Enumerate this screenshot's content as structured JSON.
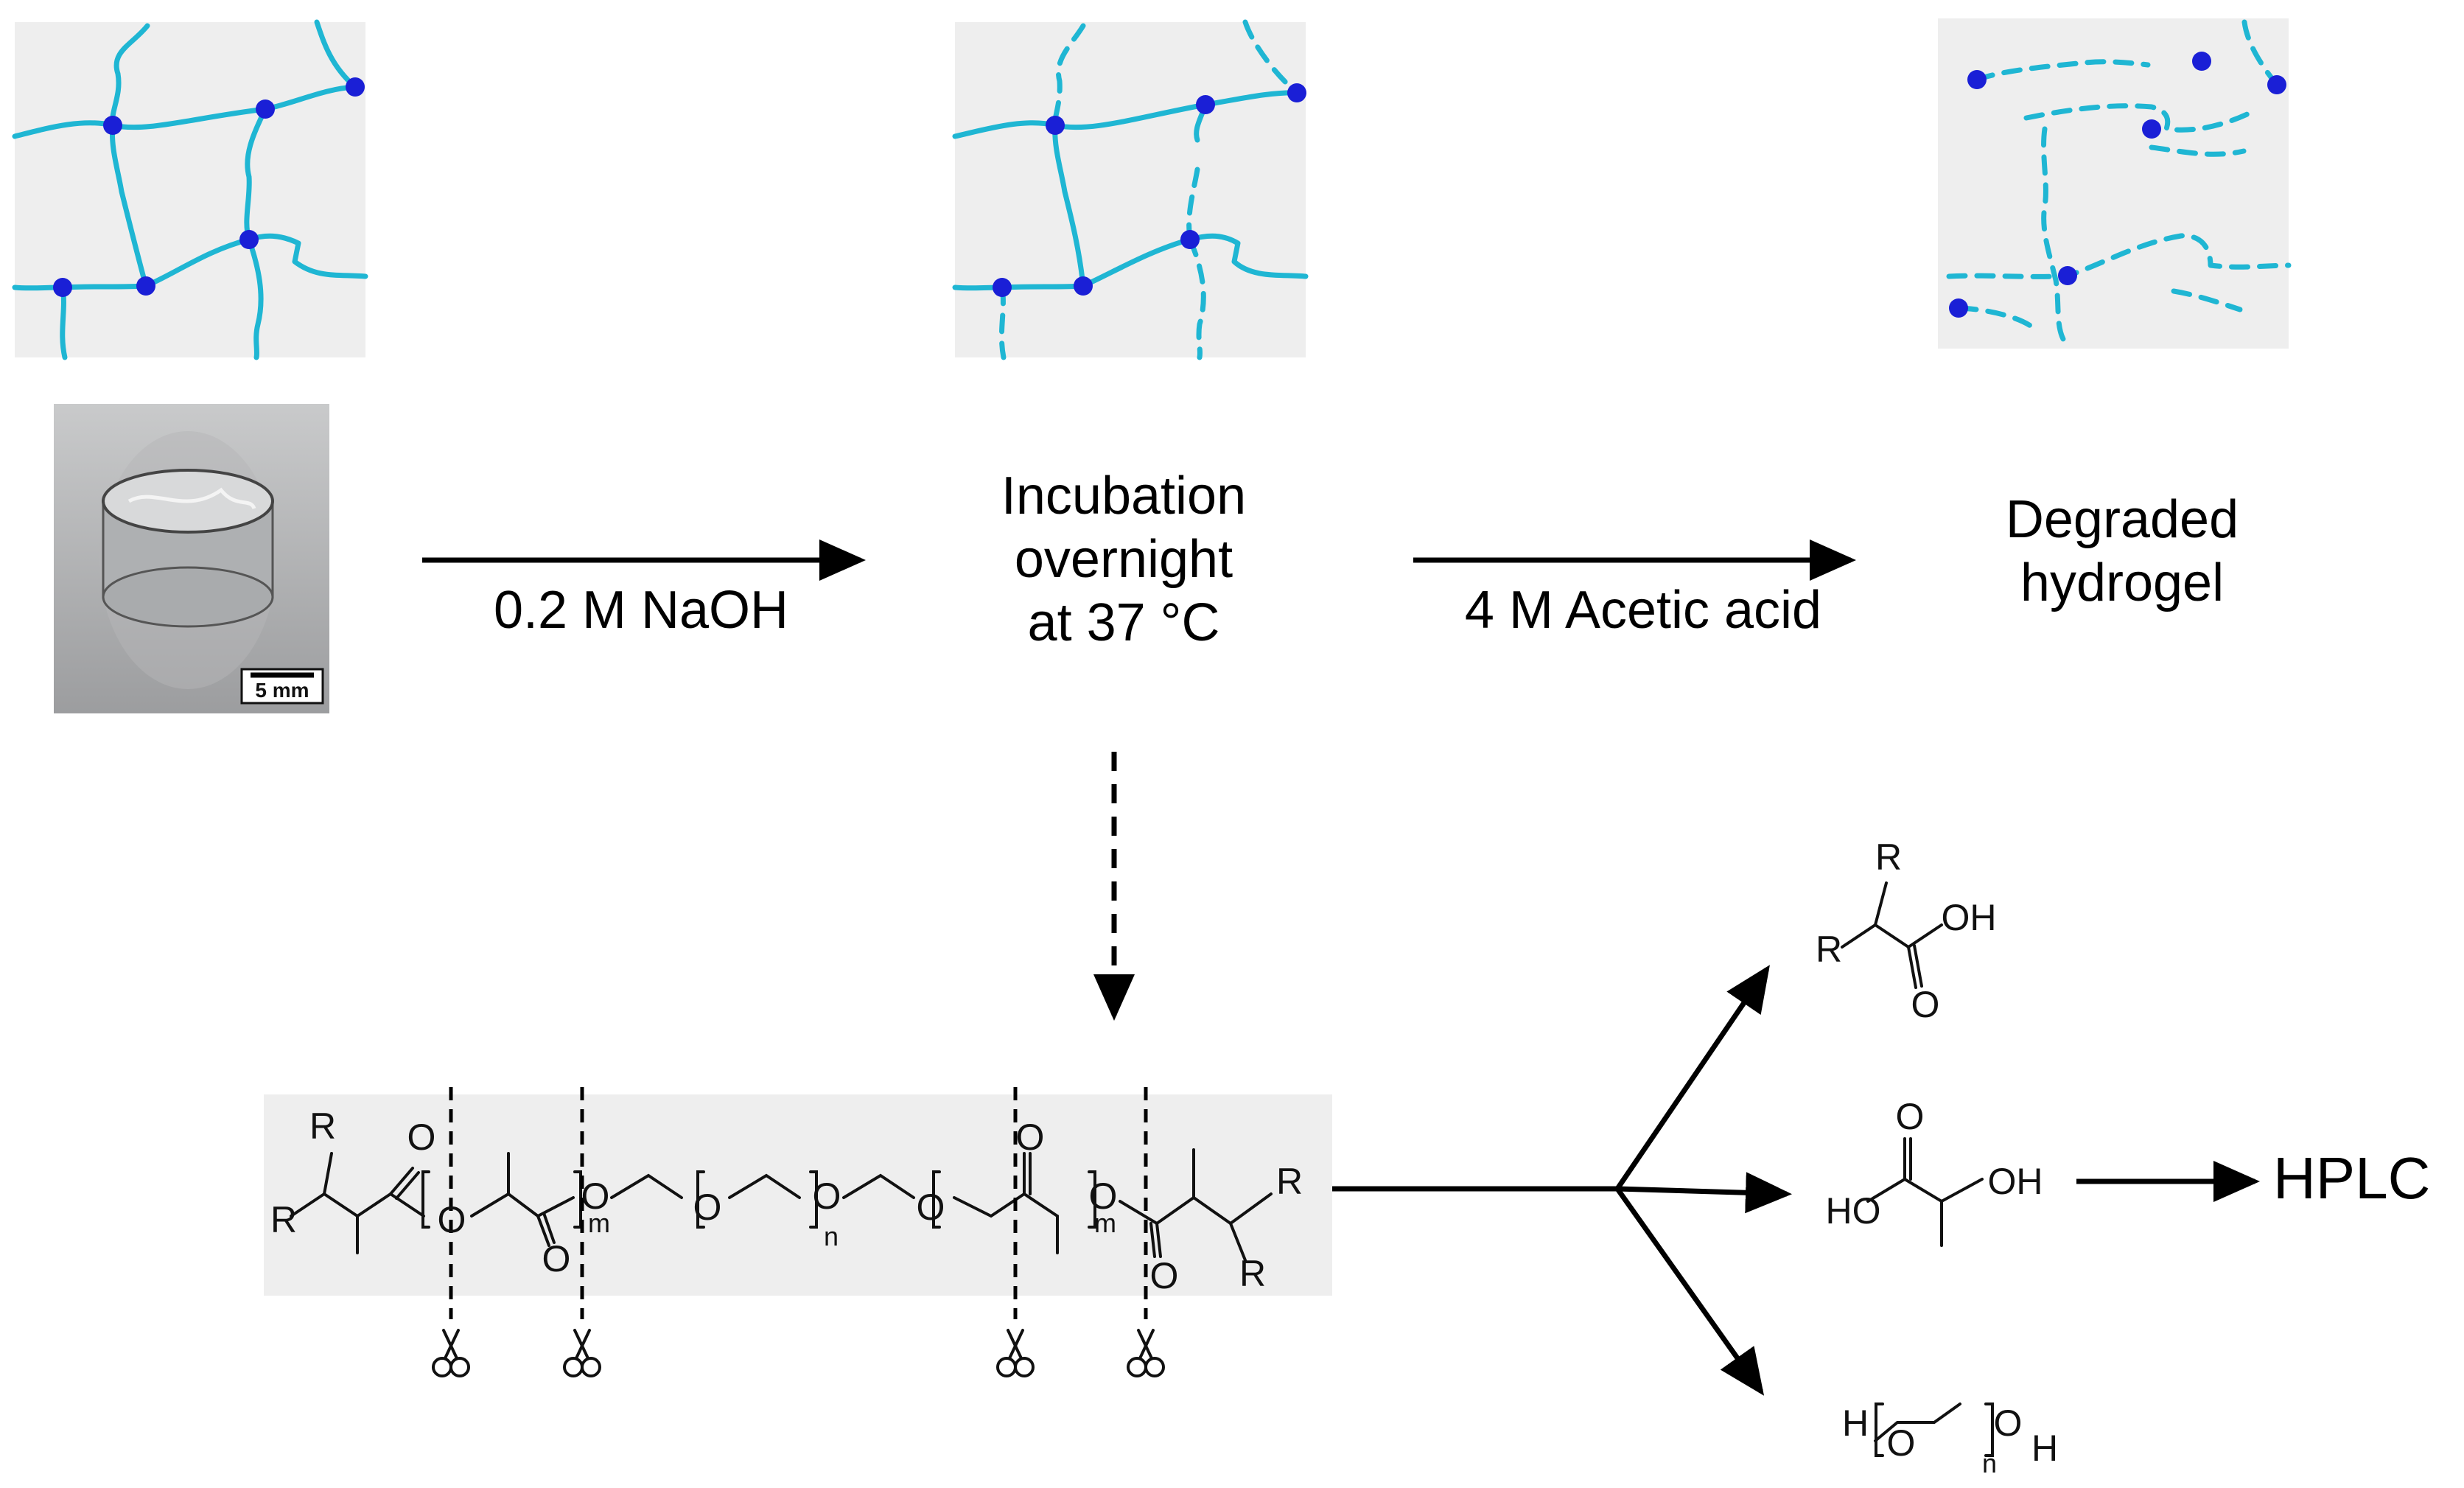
{
  "photo": {
    "scale_bar": "5 mm"
  },
  "steps": {
    "reagent_1": "0.2 M NaOH",
    "incubation": [
      "Incubation",
      "overnight",
      "at 37 °C"
    ],
    "reagent_2": "4 M Acetic acid",
    "result": [
      "Degraded",
      "hydrogel"
    ]
  },
  "chemistry": {
    "substituent": "R",
    "oxygen": "O",
    "index_m": "m",
    "index_n": "n",
    "hydroxyl": "OH",
    "hydroxyl_left": "HO",
    "hydrogen": "H",
    "detection": "HPLC"
  },
  "colors": {
    "network": "#1fb6d3",
    "crosslink": "#1a1fd6",
    "panel": "#eeeeee"
  },
  "icons": [
    "scissors-icon"
  ]
}
